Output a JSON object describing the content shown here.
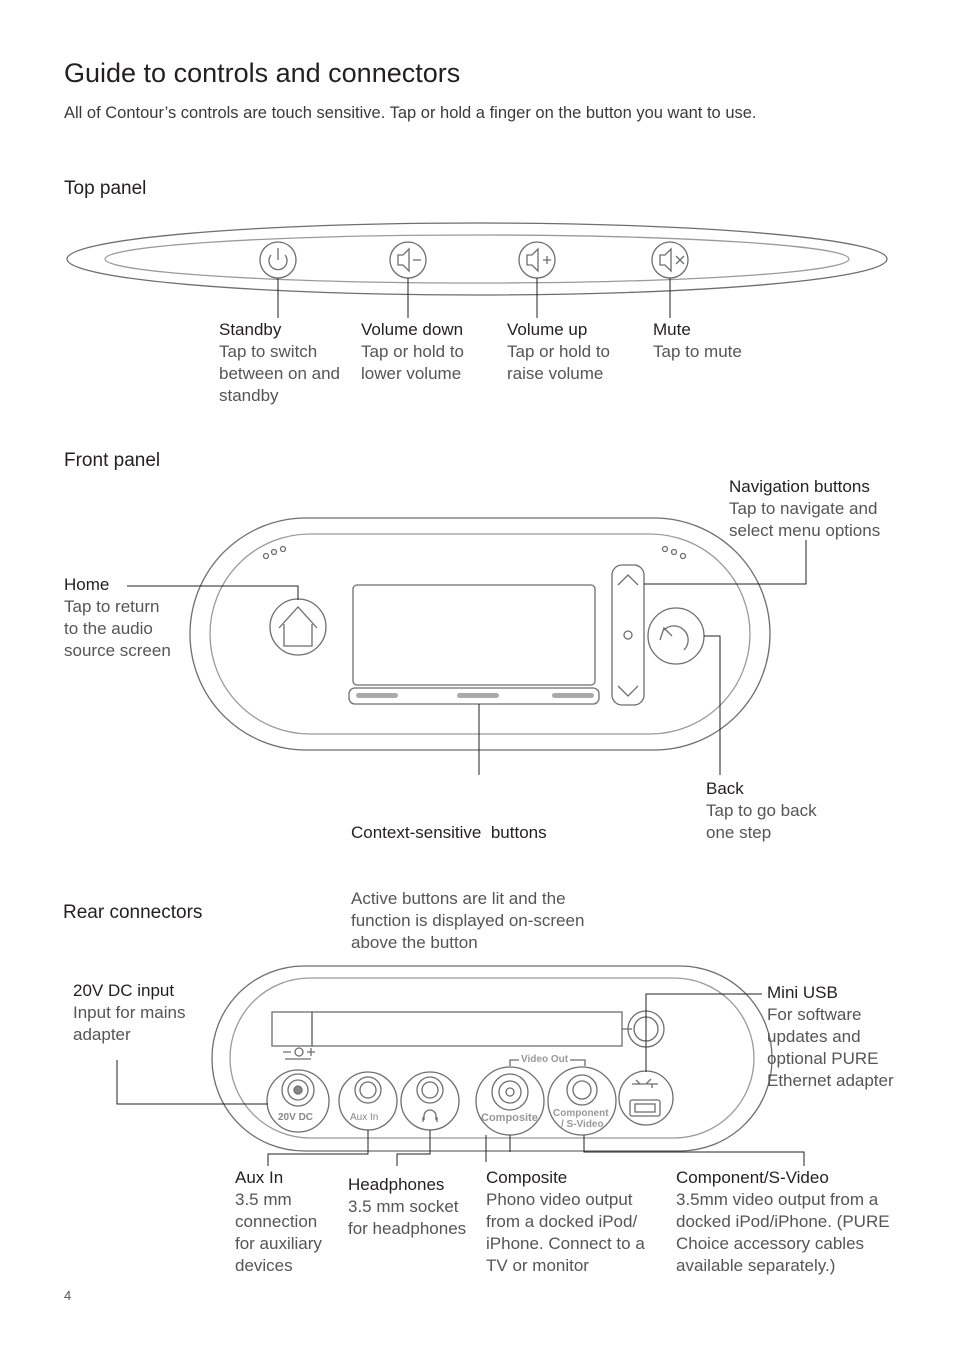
{
  "page": {
    "title": "Guide to controls and connectors",
    "intro": "All of Contour’s controls are touch sensitive. Tap or hold a finger on the button you want to use.",
    "page_number": "4"
  },
  "top_panel": {
    "heading": "Top panel",
    "items": [
      {
        "title": "Standby",
        "desc": "Tap to switch\nbetween on and\nstandby"
      },
      {
        "title": "Volume down",
        "desc": "Tap or hold to\nlower volume"
      },
      {
        "title": "Volume up",
        "desc": "Tap or hold to\nraise volume"
      },
      {
        "title": "Mute",
        "desc": "Tap to mute"
      }
    ]
  },
  "front_panel": {
    "heading": "Front panel",
    "home": {
      "title": "Home",
      "desc": "Tap to return\nto the audio\nsource screen"
    },
    "navigation": {
      "title": "Navigation buttons",
      "desc": "Tap to navigate and\nselect menu options"
    },
    "context": {
      "title": "Context-sensitive  buttons",
      "desc": "Active buttons are lit and the\nfunction is displayed on-screen\nabove the button"
    },
    "back": {
      "title": "Back",
      "desc": "Tap to go back\none step"
    }
  },
  "rear_connectors": {
    "heading": "Rear connectors",
    "dc_input": {
      "title": "20V DC input",
      "desc": "Input for mains\nadapter"
    },
    "mini_usb": {
      "title": "Mini USB",
      "desc": "For software\nupdates and\noptional PURE\nEthernet adapter"
    },
    "aux_in": {
      "title": "Aux In",
      "desc": "3.5 mm\nconnection\nfor auxiliary\ndevices"
    },
    "headphones": {
      "title": "Headphones",
      "desc": "3.5 mm socket\nfor headphones"
    },
    "composite": {
      "title": "Composite",
      "desc": "Phono video output\nfrom a docked iPod/\niPhone. Connect to a\nTV or monitor"
    },
    "component": {
      "title": "Component/S-Video",
      "desc": "3.5mm video output from a\ndocked iPod/iPhone. (PURE\nChoice accessory cables\navailable separately.)"
    },
    "device_labels": {
      "dc": "20V DC",
      "aux": "Aux In",
      "composite": "Composite",
      "component_1": "Component",
      "component_2": "/ S-Video",
      "video_out": "Video Out"
    }
  }
}
